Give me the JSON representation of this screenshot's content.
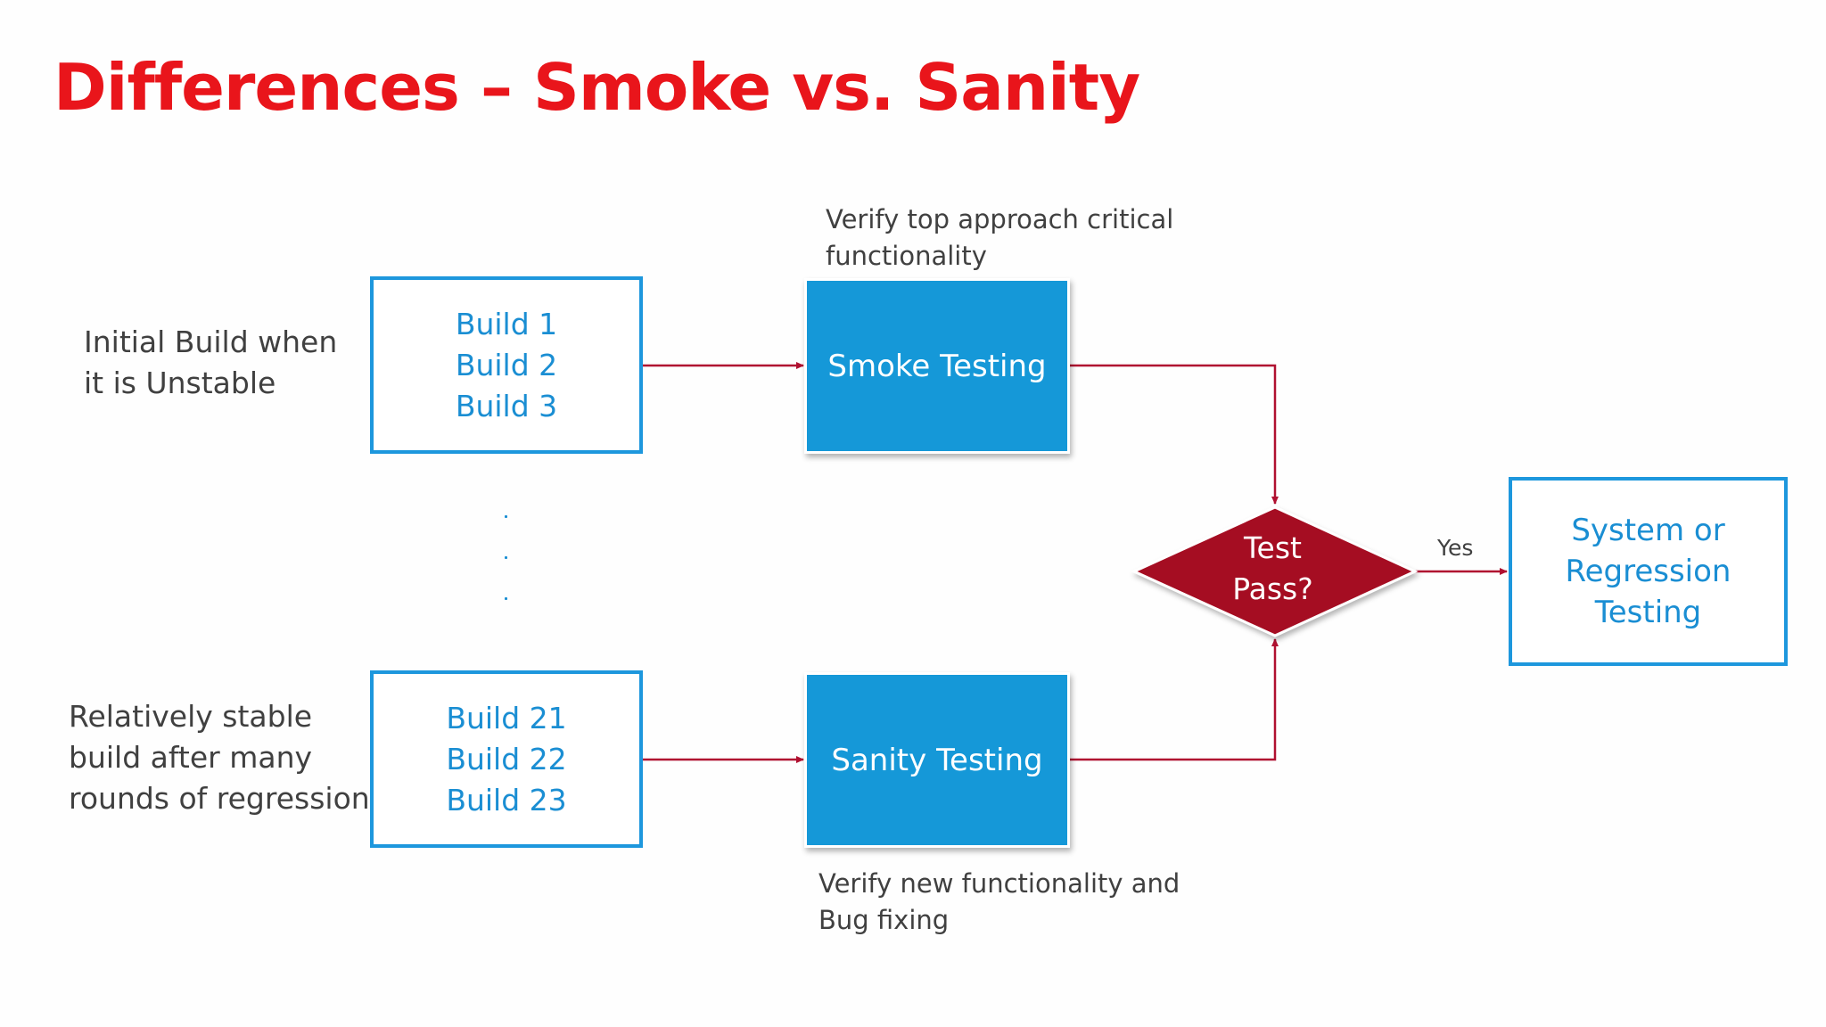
{
  "title": "Differences – Smoke vs. Sanity",
  "top_row": {
    "side_label_lines": [
      "Initial Build when",
      "it is Unstable"
    ],
    "builds": [
      "Build 1",
      "Build 2",
      "Build 3"
    ],
    "process_label": "Smoke Testing",
    "note_lines": [
      "Verify top approach critical",
      "functionality"
    ]
  },
  "ellipsis": [
    ".",
    ".",
    "."
  ],
  "bottom_row": {
    "side_label_lines": [
      "Relatively stable",
      "build after many",
      "rounds of regression"
    ],
    "builds": [
      "Build 21",
      "Build 22",
      "Build 23"
    ],
    "process_label": "Sanity Testing",
    "note_lines": [
      "Verify new functionality and",
      "Bug fixing"
    ]
  },
  "decision": {
    "lines": [
      "Test",
      "Pass?"
    ],
    "yes_label": "Yes"
  },
  "result": {
    "lines": [
      "System or",
      "Regression",
      "Testing"
    ]
  },
  "colors": {
    "title": "#e9151b",
    "box_border": "#1d97dd",
    "box_text": "#1a8ed3",
    "process_fill": "#1598d8",
    "decision_fill": "#a50d22",
    "connector": "#b01030",
    "body_text": "#404040"
  }
}
